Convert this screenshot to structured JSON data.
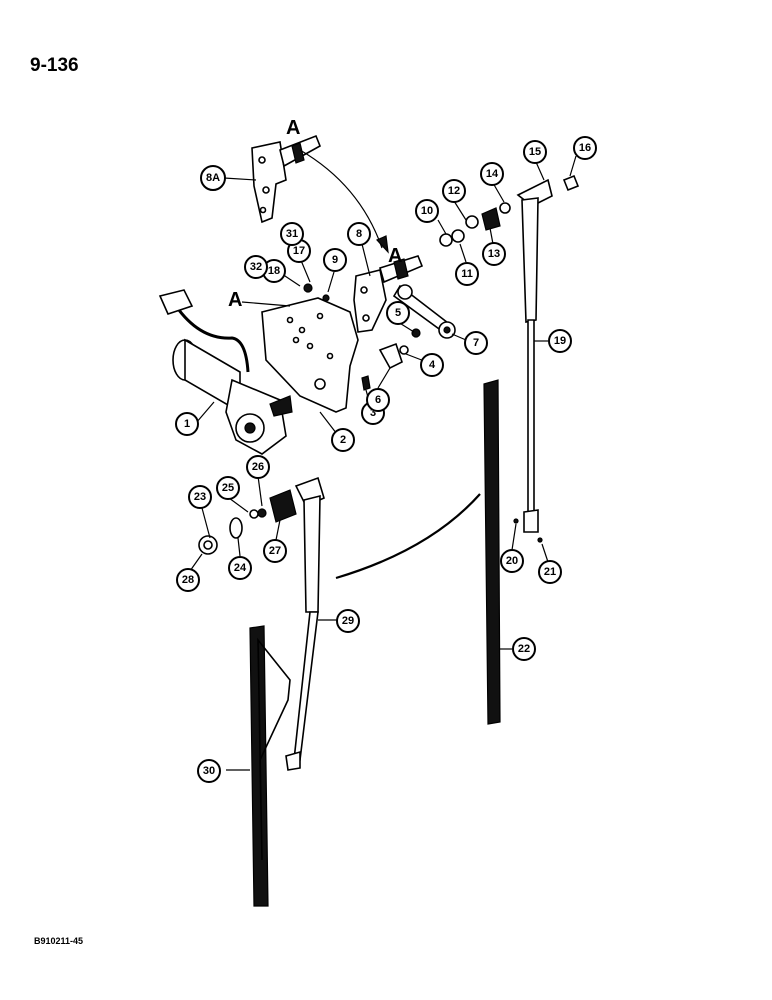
{
  "page": {
    "page_number": "9-136",
    "figure_code": "B910211-45"
  },
  "reference_letter": "A",
  "callouts": [
    {
      "id": "1",
      "label": "1"
    },
    {
      "id": "2",
      "label": "2"
    },
    {
      "id": "3",
      "label": "3"
    },
    {
      "id": "4",
      "label": "4"
    },
    {
      "id": "5",
      "label": "5"
    },
    {
      "id": "6",
      "label": "6"
    },
    {
      "id": "7",
      "label": "7"
    },
    {
      "id": "8",
      "label": "8"
    },
    {
      "id": "8a",
      "label": "8A"
    },
    {
      "id": "9",
      "label": "9"
    },
    {
      "id": "10",
      "label": "10"
    },
    {
      "id": "11",
      "label": "11"
    },
    {
      "id": "12",
      "label": "12"
    },
    {
      "id": "13",
      "label": "13"
    },
    {
      "id": "14",
      "label": "14"
    },
    {
      "id": "15",
      "label": "15"
    },
    {
      "id": "16",
      "label": "16"
    },
    {
      "id": "17",
      "label": "17"
    },
    {
      "id": "18",
      "label": "18"
    },
    {
      "id": "19",
      "label": "19"
    },
    {
      "id": "20",
      "label": "20"
    },
    {
      "id": "21",
      "label": "21"
    },
    {
      "id": "22",
      "label": "22"
    },
    {
      "id": "23",
      "label": "23"
    },
    {
      "id": "24",
      "label": "24"
    },
    {
      "id": "25",
      "label": "25"
    },
    {
      "id": "26",
      "label": "26"
    },
    {
      "id": "27",
      "label": "27"
    },
    {
      "id": "28",
      "label": "28"
    },
    {
      "id": "29",
      "label": "29"
    },
    {
      "id": "30",
      "label": "30"
    },
    {
      "id": "31",
      "label": "31"
    },
    {
      "id": "32",
      "label": "32"
    }
  ]
}
